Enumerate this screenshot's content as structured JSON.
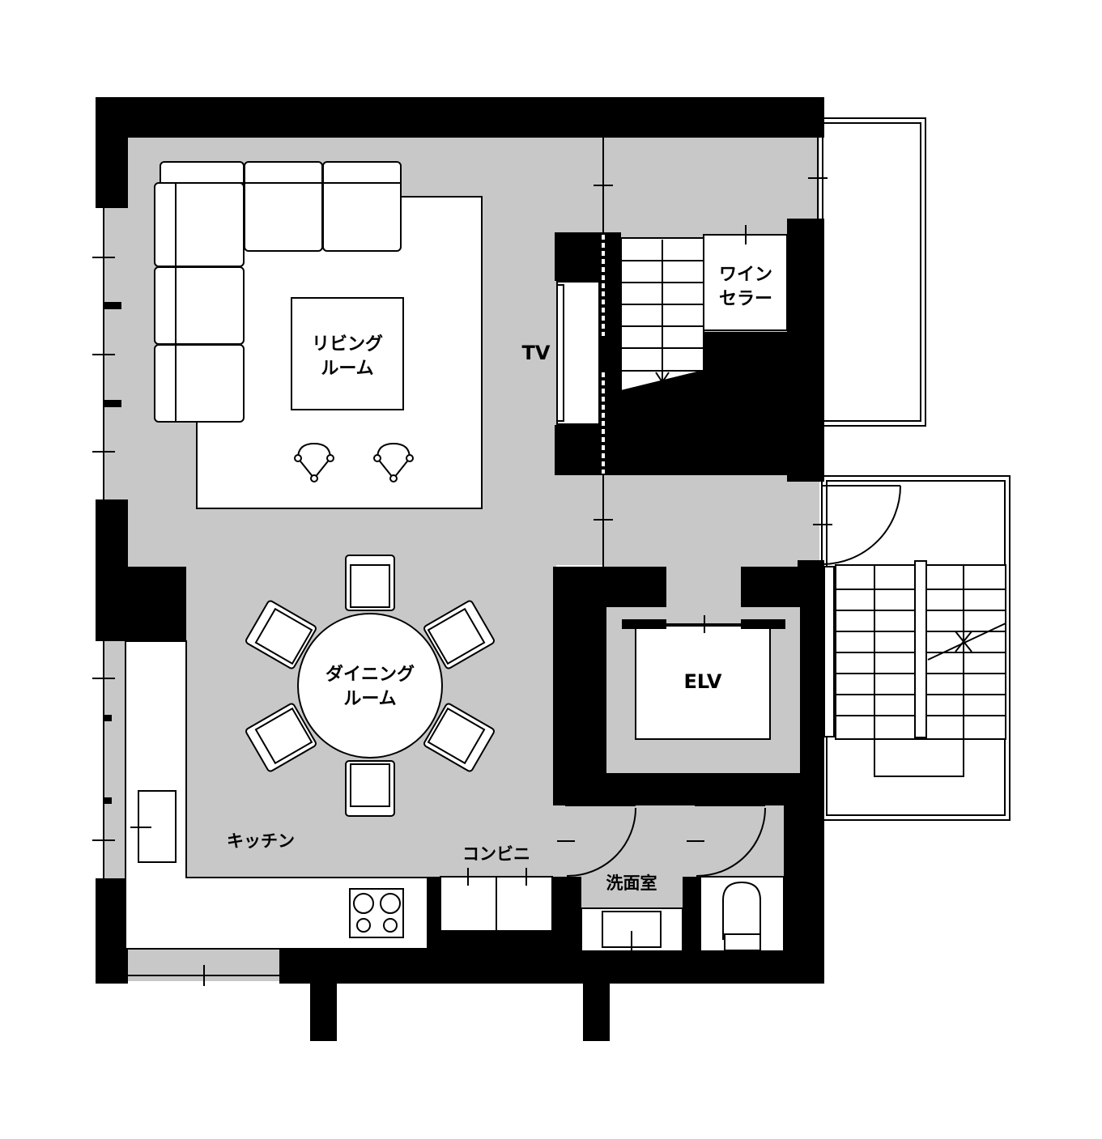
{
  "rooms": {
    "living": [
      "リビング",
      "ルーム"
    ],
    "tv": "TV",
    "wine_cellar": [
      "ワイン",
      "セラー"
    ],
    "dining": [
      "ダイニング",
      "ルーム"
    ],
    "elevator": "ELV",
    "kitchen": "キッチン",
    "convenience": "コンビニ",
    "washroom": "洗面室"
  },
  "colors": {
    "floor": "#c8c8c8",
    "wall": "#000000",
    "furniture": "#ffffff"
  }
}
